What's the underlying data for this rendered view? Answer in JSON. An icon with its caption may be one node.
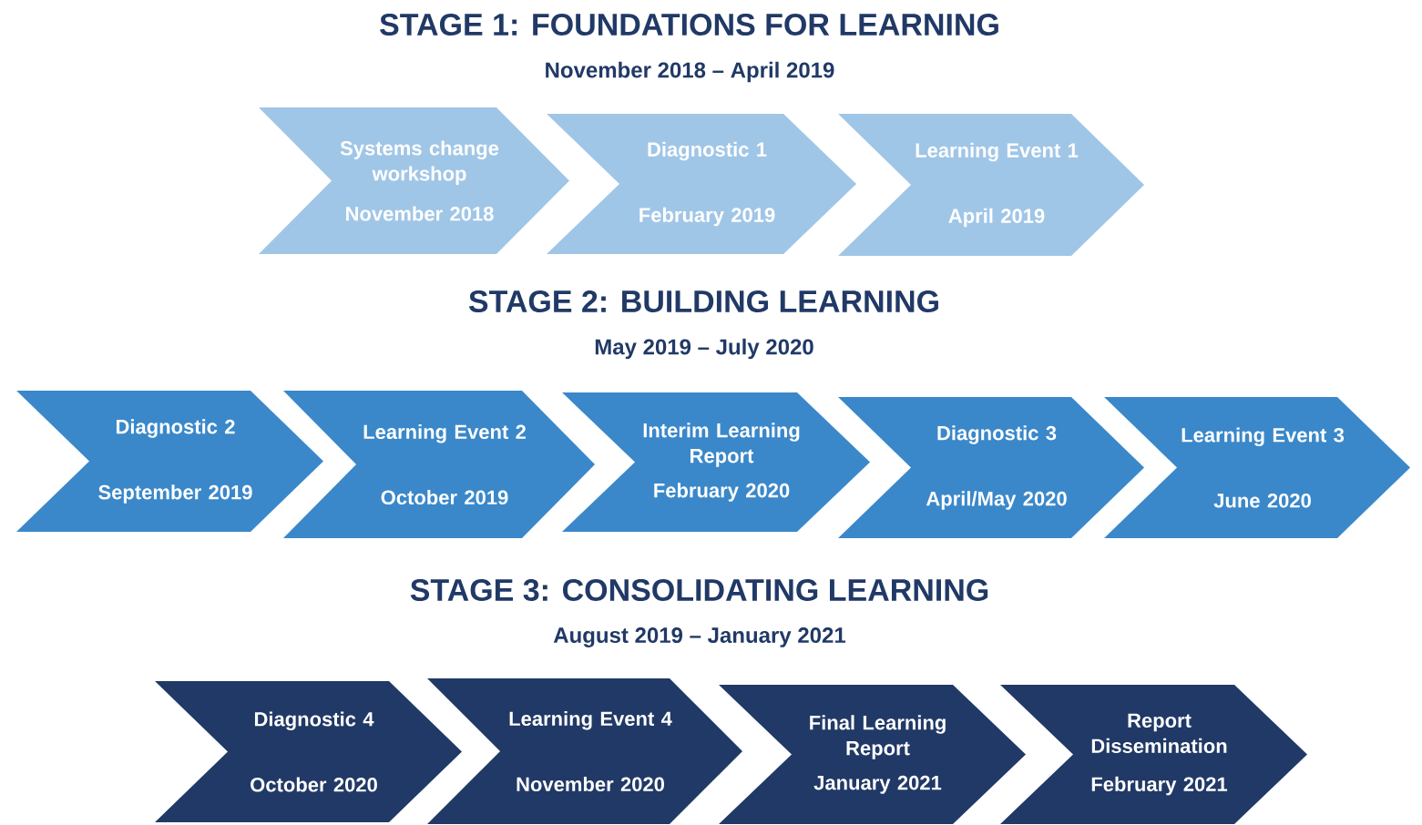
{
  "diagram": {
    "nodes": [
      {
        "text": [
          "Systems change workshop",
          "November 2018"
        ]
      },
      {
        "text": [
          "Diagnostic 1",
          "February 2019"
        ]
      },
      {
        "text": [
          "Learning Event 1",
          "April 2019"
        ]
      },
      {
        "text": [
          "Diagnostic 2",
          "September 2019"
        ]
      },
      {
        "text": [
          "Learning Event 2",
          "October 2019"
        ]
      },
      {
        "text": [
          "Interim Learning Report",
          "February 2020"
        ]
      },
      {
        "text": [
          "Diagnostic 3",
          "April/May 2020"
        ]
      },
      {
        "text": [
          "Learning Event 3",
          "June 2020"
        ]
      },
      {
        "text": [
          "Diagnostic 4",
          "October 2020"
        ]
      },
      {
        "text": [
          "Learning Event 4",
          "November 2020"
        ]
      },
      {
        "text": [
          "Final Learning Report",
          "January 2021"
        ]
      },
      {
        "text": [
          "Report Dissemination",
          "February 2021"
        ]
      }
    ],
    "labels": [
      "STAGE 1: FOUNDATIONS FOR LEARNING",
      "November 2018 – April 2019",
      "STAGE 2: BUILDING LEARNING",
      "May 2019 – July 2020",
      "STAGE 3: CONSOLIDATING LEARNING",
      "August 2019 – January 2021"
    ]
  }
}
